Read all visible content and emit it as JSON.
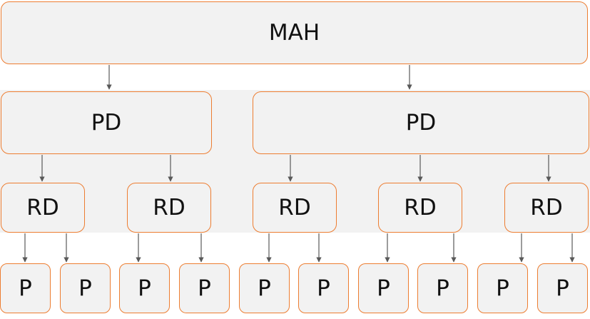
{
  "root": {
    "label": "MAH"
  },
  "pd_nodes": [
    {
      "label": "PD"
    },
    {
      "label": "PD"
    }
  ],
  "rd_nodes": [
    {
      "label": "RD"
    },
    {
      "label": "RD"
    },
    {
      "label": "RD"
    },
    {
      "label": "RD"
    },
    {
      "label": "RD"
    }
  ],
  "p_nodes": [
    {
      "label": "P"
    },
    {
      "label": "P"
    },
    {
      "label": "P"
    },
    {
      "label": "P"
    },
    {
      "label": "P"
    },
    {
      "label": "P"
    },
    {
      "label": "P"
    },
    {
      "label": "P"
    },
    {
      "label": "P"
    },
    {
      "label": "P"
    }
  ],
  "colors": {
    "node_border": "#ed7d31",
    "node_fill": "#f2f2f2",
    "arrow": "#595959"
  }
}
